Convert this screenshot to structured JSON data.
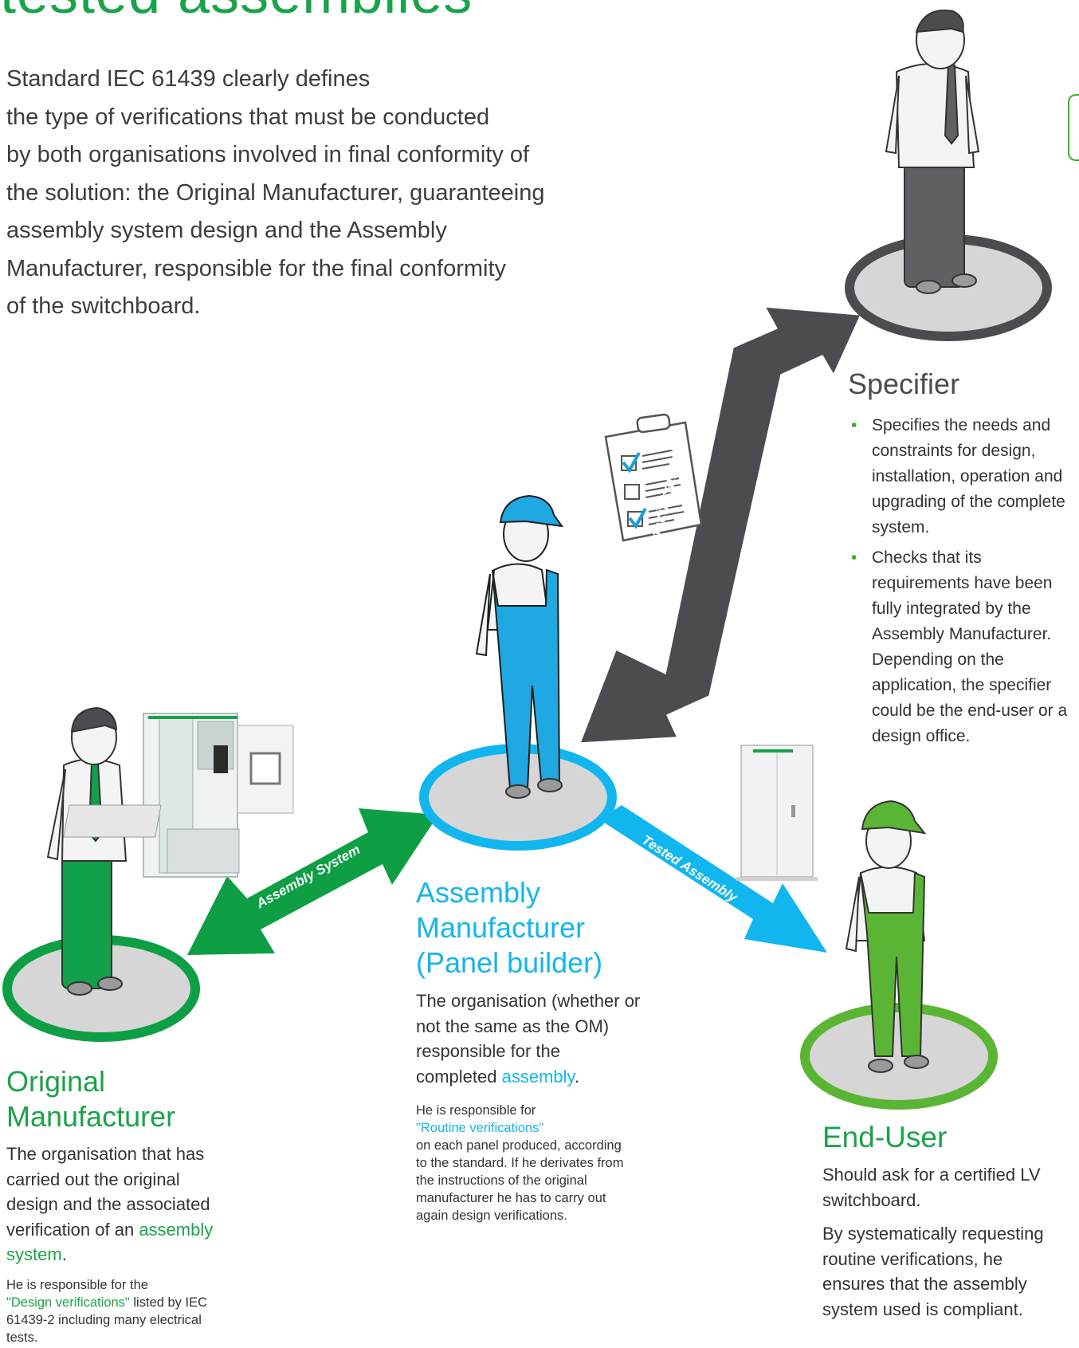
{
  "hero": {
    "title": "tested assemblies"
  },
  "intro": {
    "lines": [
      "Standard IEC 61439 clearly defines",
      "the type of  verifications that must be conducted",
      "by both organisations involved in final conformity of",
      "the solution: the Original Manufacturer, guaranteeing",
      "assembly system design and the Assembly",
      "Manufacturer, responsible for the final conformity",
      "of  the switchboard."
    ]
  },
  "arrows": {
    "project_spec": "Project specification*",
    "assembly_system": "Assembly System",
    "tested_assembly": "Tested Assembly"
  },
  "specifier": {
    "title": "Specifier",
    "bullets": [
      "Specifies the needs and constraints for design, installation, operation and upgrading of the complete system.",
      "Checks that its requirements have been fully integrated by the Assembly Manufacturer. Depending on the application, the specifier could be the end-user or a design office."
    ]
  },
  "assembly_manufacturer": {
    "title_lines": [
      "Assembly",
      "Manufacturer",
      "(Panel builder)"
    ],
    "desc_before": "The organisation (whether or not the same as the OM) responsible for the completed ",
    "desc_link": "assembly",
    "desc_after": ".",
    "small_intro": "He is responsible for",
    "small_link": "\"Routine verifications\"",
    "small_rest": "on each panel produced, according to the standard. If  he derivates from the instructions of  the original manufacturer he has to carry out again design verifications."
  },
  "original_manufacturer": {
    "title_lines": [
      "Original",
      "Manufacturer"
    ],
    "desc_before": "The organisation that has carried out the original design and the associated verification of an ",
    "desc_link": "assembly system",
    "desc_after": ".",
    "small_intro": "He is responsible for the",
    "small_link": "\"Design verifications\"",
    "small_rest": " listed by IEC 61439-2 including many electrical tests."
  },
  "end_user": {
    "title": "End-User",
    "para1": "Should ask for a certified LV switchboard.",
    "para2": "By systematically requesting routine verifications, he ensures that the assembly system used is compliant."
  },
  "colors": {
    "green": "#1aa34a",
    "blue": "#16b5ea",
    "dark_arrow": "#4a4c50",
    "platform": "#d9d9d9",
    "bullet": "#3dae2b"
  }
}
